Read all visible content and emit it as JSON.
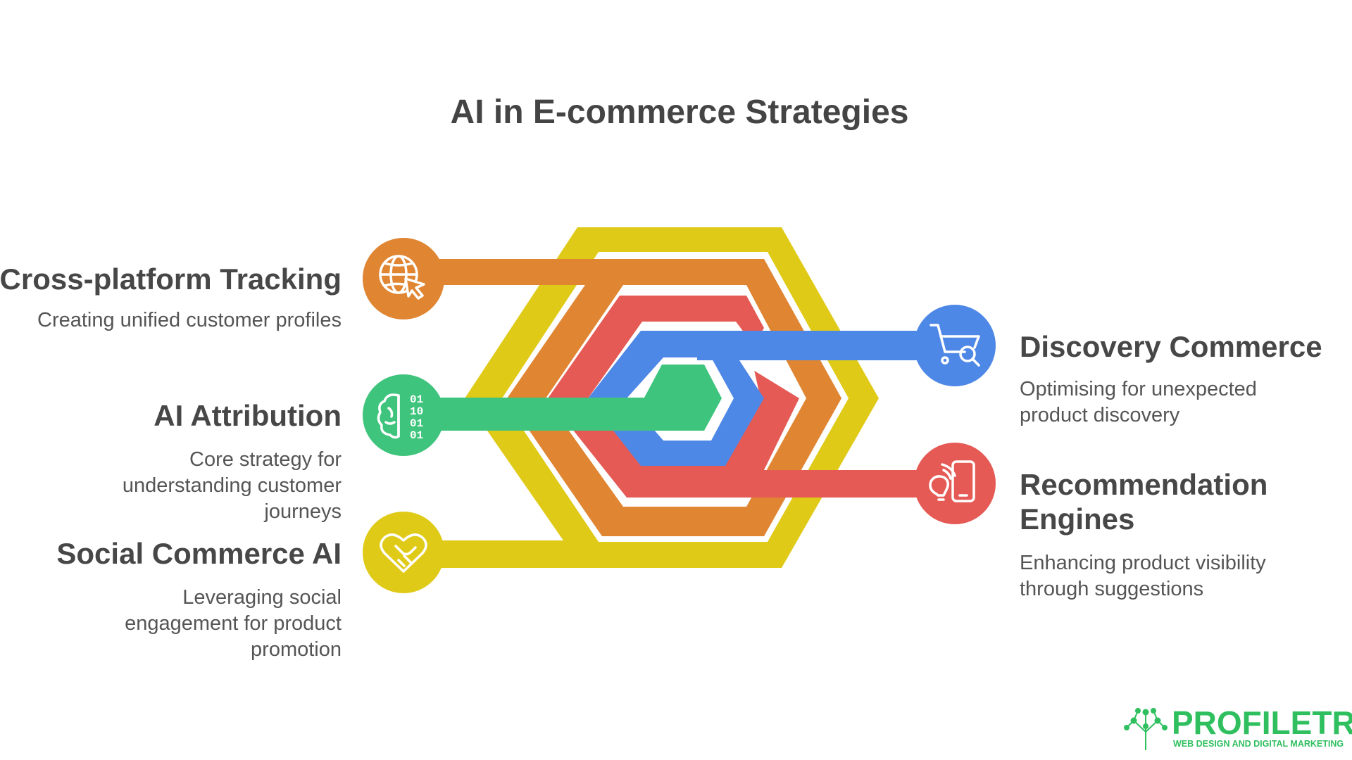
{
  "title": "AI in E-commerce Strategies",
  "items": [
    {
      "id": "cross-platform-tracking",
      "head": "Cross-platform Tracking",
      "desc": "Creating unified customer profiles",
      "color": "#e08532",
      "icon": "globe-cursor-icon"
    },
    {
      "id": "ai-attribution",
      "head": "AI Attribution",
      "desc": "Core strategy for understanding customer journeys",
      "color": "#3ec47c",
      "icon": "brain-binary-icon"
    },
    {
      "id": "social-commerce-ai",
      "head": "Social Commerce AI",
      "desc": "Leveraging social engagement for product promotion",
      "color": "#e0ca18",
      "icon": "heart-handshake-icon"
    },
    {
      "id": "discovery-commerce",
      "head": "Discovery Commerce",
      "desc": "Optimising for unexpected product discovery",
      "color": "#4e88e6",
      "icon": "cart-search-icon"
    },
    {
      "id": "recommendation-engines",
      "head": "Recommendation Engines",
      "desc": "Enhancing product visibility through suggestions",
      "color": "#e55a55",
      "icon": "phone-lightbulb-icon"
    }
  ],
  "logo": {
    "name_a": "PROFILE",
    "name_b": "TREE",
    "tagline": "WEB DESIGN AND DIGITAL MARKETING"
  }
}
